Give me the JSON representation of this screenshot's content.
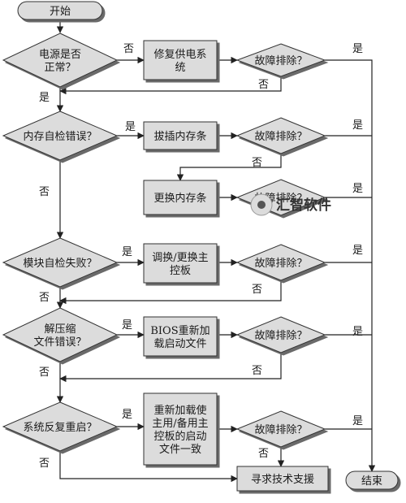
{
  "flowchart": {
    "start": "开始",
    "end": "结束",
    "decisions": {
      "power_ok": [
        "电源是否",
        "正常？"
      ],
      "mem_selftest": [
        "内存自检错误？"
      ],
      "module_selftest": [
        "模块自检失败？"
      ],
      "decompress": [
        "解压缩",
        "文件错误？"
      ],
      "reboot": [
        "系统反复重启？"
      ],
      "fault_cleared": "故障排除？"
    },
    "processes": {
      "repair_power": [
        "修复供电系",
        "统"
      ],
      "reseat_mem": [
        "拔插内存条"
      ],
      "replace_mem": [
        "更换内存条"
      ],
      "swap_board": [
        "调换/更换主",
        "控板"
      ],
      "reload_bios": [
        "BIOS重新加",
        "载启动文件"
      ],
      "reload_boot": [
        "重新加载使",
        "主用/备用主",
        "控板的启动",
        "文件一致"
      ],
      "tech_support": [
        "寻求技术支援"
      ]
    },
    "labels": {
      "yes": "是",
      "no": "否"
    },
    "watermark": "汇智软件"
  }
}
